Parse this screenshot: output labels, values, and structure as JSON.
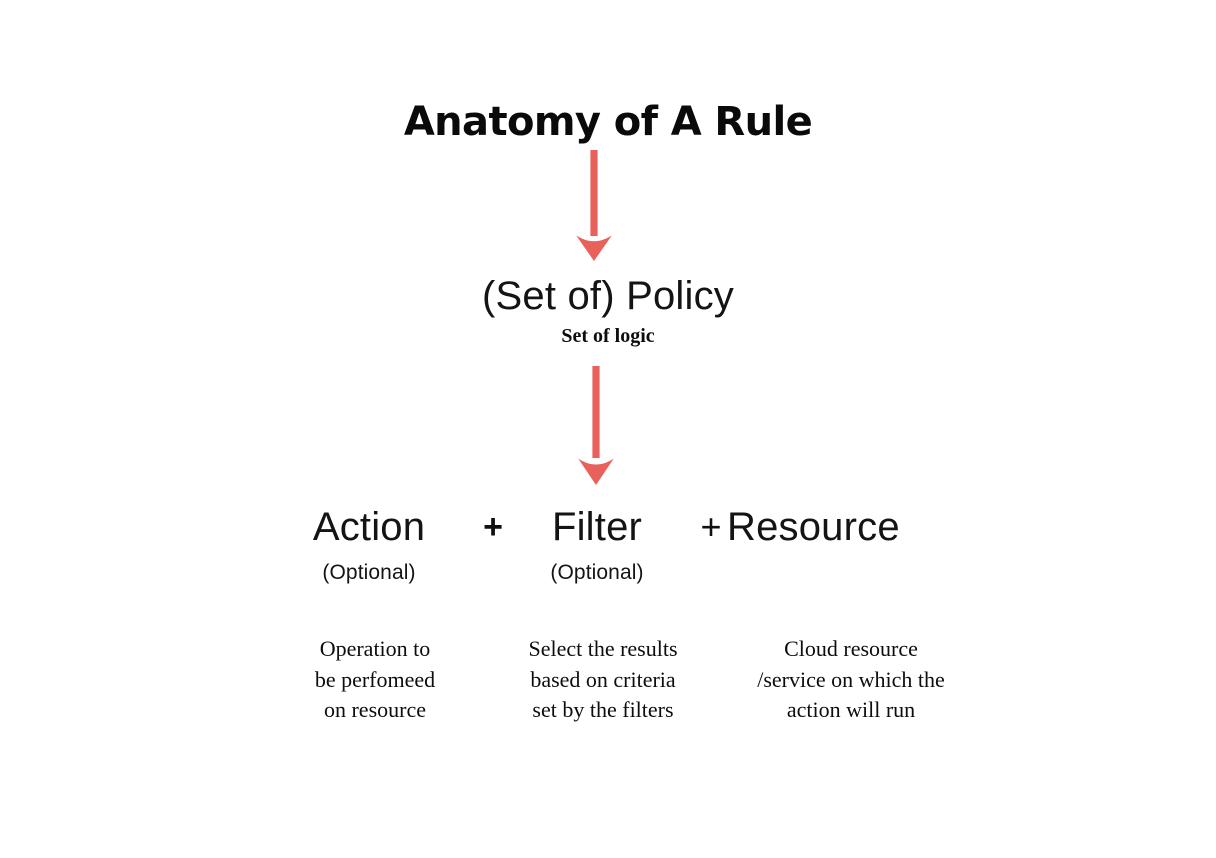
{
  "page": {
    "title": "Anatomy of A Rule",
    "background_color": "#ffffff",
    "text_color": "#0d0d0d",
    "accent_color": "#e8615a"
  },
  "policy": {
    "term": "(Set of) Policy",
    "subtitle": "Set of logic"
  },
  "arrows": [
    {
      "name": "arrow-title-to-policy",
      "color": "#e8615a",
      "direction": "down"
    },
    {
      "name": "arrow-policy-to-components",
      "color": "#e8615a",
      "direction": "down"
    }
  ],
  "components": {
    "operators": {
      "first": "+",
      "second": "+"
    },
    "items": [
      {
        "term": "Action",
        "optional_label": "(Optional)",
        "optional": true,
        "description_lines": [
          "Operation to",
          "be perfomeed",
          "on resource"
        ]
      },
      {
        "term": "Filter",
        "optional_label": "(Optional)",
        "optional": true,
        "description_lines": [
          "Select the results",
          "based on criteria",
          "set by the filters"
        ]
      },
      {
        "term": "Resource",
        "optional_label": "",
        "optional": false,
        "description_lines": [
          "Cloud resource",
          "/service on which the",
          "action will run"
        ]
      }
    ]
  }
}
